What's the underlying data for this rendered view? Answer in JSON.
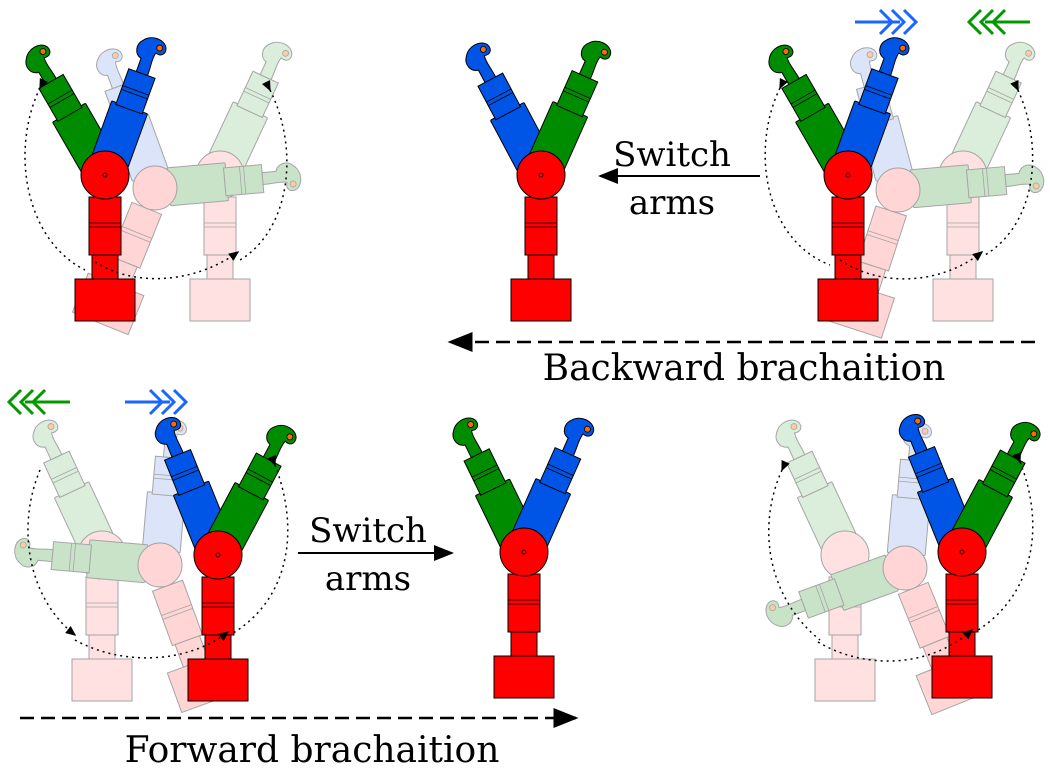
{
  "labels": {
    "switch_arms_top": [
      "Switch",
      "arms"
    ],
    "switch_arms_bottom": [
      "Switch",
      "arms"
    ],
    "backward": "Backward brachaition",
    "forward": "Forward brachaition"
  },
  "colors": {
    "base": "#ff0000",
    "green_arm": "#008c00",
    "blue_arm": "#0055e6",
    "gripper_dot": "#ff6a00",
    "faded_red": "#ffcccc",
    "faded_green": "#cfe6cf",
    "faded_blue": "#cfdcf5",
    "chevron_blue": "#1a66ff",
    "chevron_green": "#009900",
    "arrow": "#000000"
  },
  "icons": {
    "chevrons": "triple-chevron-icon",
    "gripper": "hook-gripper-icon",
    "joint": "circle-joint-icon"
  }
}
